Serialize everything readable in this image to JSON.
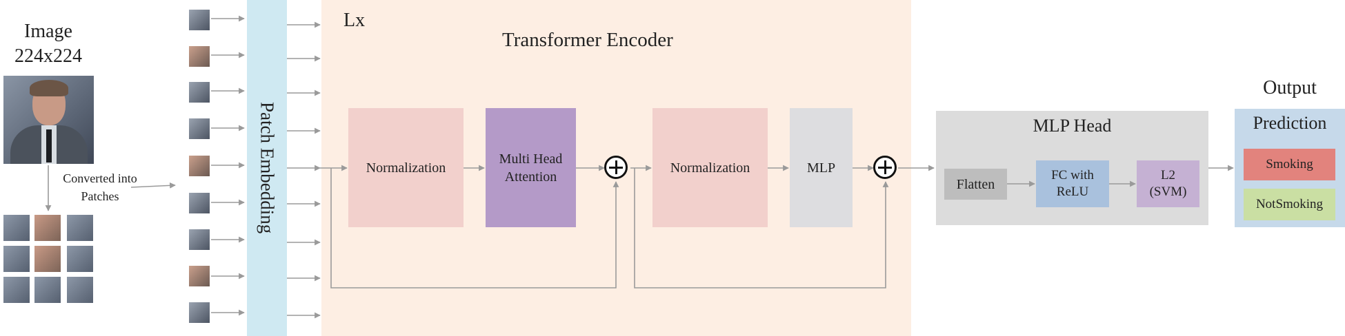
{
  "input": {
    "title": "Image",
    "size": "224x224",
    "converted_text": "Converted into Patches"
  },
  "patch_embedding": {
    "label": "Patch Embedding"
  },
  "encoder": {
    "repeat_label": "Lx",
    "title": "Transformer Encoder",
    "norm1": "Normalization",
    "attention": "Multi Head Attention",
    "norm2": "Normalization",
    "mlp": "MLP"
  },
  "mlp_head": {
    "title": "MLP Head",
    "flatten": "Flatten",
    "fc": "FC with ReLU",
    "l2": "L2 (SVM)"
  },
  "output": {
    "title": "Output",
    "prediction": "Prediction",
    "class1": "Smoking",
    "class2": "NotSmoking"
  },
  "colors": {
    "patch_embedding": "#cfe9f2",
    "encoder_bg": "#fdeee3",
    "normalization": "#f2d0cc",
    "attention": "#b49ac8",
    "mlp": "#dddde0",
    "head_bg": "#dcdcdc",
    "flatten": "#bdbdbd",
    "fc": "#a9c1dd",
    "l2": "#c5b1d3",
    "prediction_bg": "#c6d9ea",
    "smoking": "#e2837d",
    "notsmoking": "#cadfa3",
    "arrow": "#9a9a9a"
  }
}
